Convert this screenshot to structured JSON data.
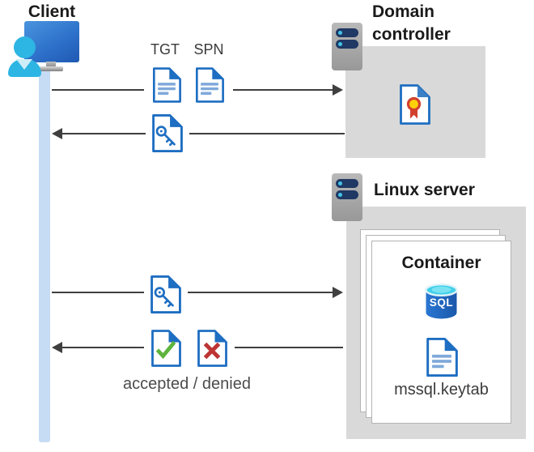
{
  "client": {
    "label": "Client"
  },
  "messages": {
    "tgt_label": "TGT",
    "spn_label": "SPN",
    "accepted_denied_label": "accepted / denied"
  },
  "domain_controller": {
    "title": "Domain controller"
  },
  "linux_server": {
    "title": "Linux server"
  },
  "container": {
    "title": "Container",
    "sql_badge": "SQL",
    "keytab_label": "mssql.keytab"
  },
  "icons": {
    "client": "user-at-monitor-icon",
    "domain_controller": "server-icon",
    "linux_server": "server-icon",
    "tgt": "document-icon",
    "spn": "document-icon",
    "ticket": "key-document-icon",
    "certificate": "certificate-document-icon",
    "accepted": "check-document-icon",
    "denied": "cross-document-icon",
    "database": "sql-database-icon"
  },
  "colors": {
    "doc_blue": "#1e6ec2",
    "doc_line_blue": "#7fa9da",
    "accept_green": "#5eb43d",
    "deny_red": "#bd3434",
    "lifeline_blue": "#c5dcf4",
    "box_gray": "#d9d9d9",
    "arrow_dark": "#3f3f3f",
    "sql_body_blue": "#1f63c4",
    "sql_top_cyan": "#41d0e9",
    "person_cyan": "#2db5e3",
    "cert_gold": "#ffd10a",
    "cert_red": "#d2402e"
  }
}
